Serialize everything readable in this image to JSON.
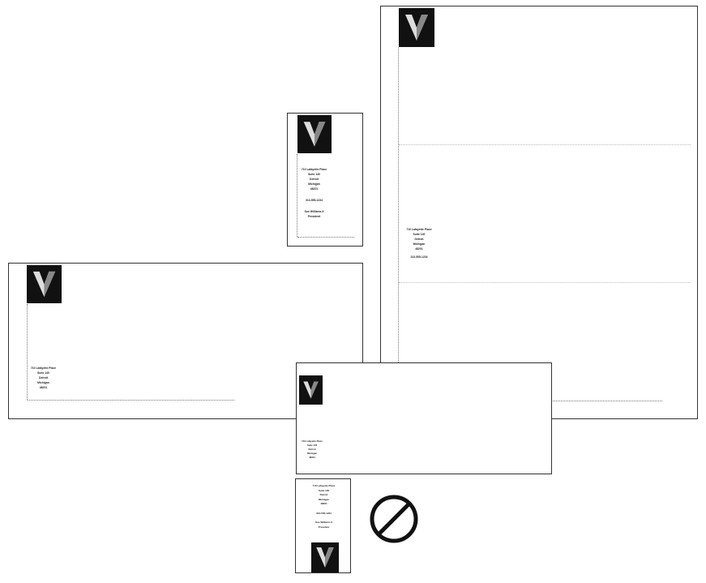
{
  "brand": {
    "logo_name": "v-mark-logo-icon",
    "dark": "#111111"
  },
  "address": {
    "line1": "710 Lafayette Place",
    "line2": "Suite 140",
    "line3": "Detroit",
    "line4": "Michigan",
    "line5": "48201",
    "phone": "313-555-1234",
    "name": "Sue Williams II",
    "title": "President"
  },
  "prohibited_icon": "prohibited-icon"
}
